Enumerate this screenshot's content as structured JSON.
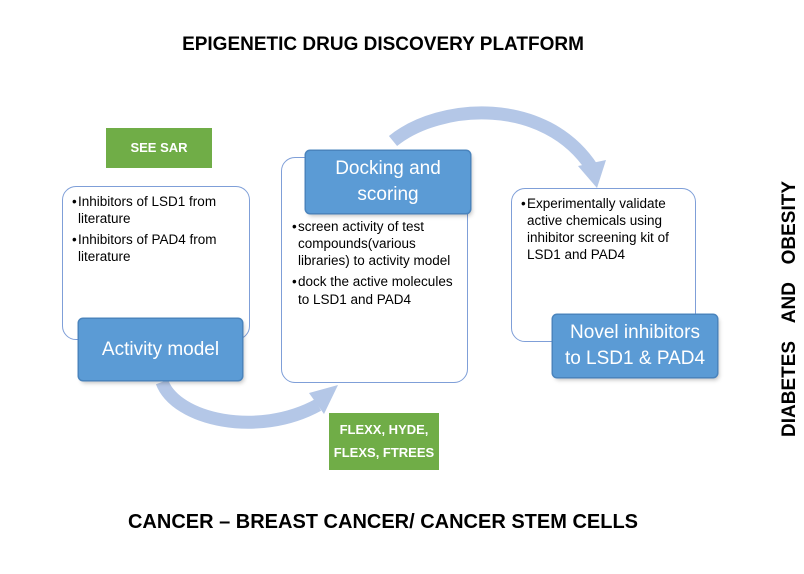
{
  "title": "EPIGENETIC DRUG DISCOVERY PLATFORM",
  "bottom_title": "CANCER –  BREAST CANCER/ CANCER STEM CELLS",
  "side_label": {
    "word1": "DIABETES",
    "word2": "AND",
    "word3": "OBESITY"
  },
  "tags": {
    "see_sar": "SEE SAR",
    "tools_line1": "FLEXX, HYDE,",
    "tools_line2": "FLEXS, FTREES"
  },
  "stage1": {
    "title": "Activity model",
    "bullet_glyph": "•",
    "bullets": [
      "Inhibitors of LSD1 from literature",
      "Inhibitors of PAD4 from literature"
    ]
  },
  "stage2": {
    "title_line1": "Docking and",
    "title_line2": "scoring",
    "bullet_glyph": "•",
    "bullets": [
      "screen activity of test compounds(various libraries) to activity model",
      " dock the  active molecules to LSD1 and PAD4"
    ]
  },
  "stage3": {
    "title_line1": "Novel inhibitors",
    "title_line2": "to LSD1 & PAD4",
    "bullet_glyph": "•",
    "bullets": [
      "Experimentally validate active chemicals  using inhibitor screening kit of LSD1 and PAD4"
    ]
  },
  "colors": {
    "blue_box": "#5b9bd5",
    "green_tag": "#70ad47",
    "arrow": "#b4c7e7",
    "box_border": "#7f9fd8"
  }
}
